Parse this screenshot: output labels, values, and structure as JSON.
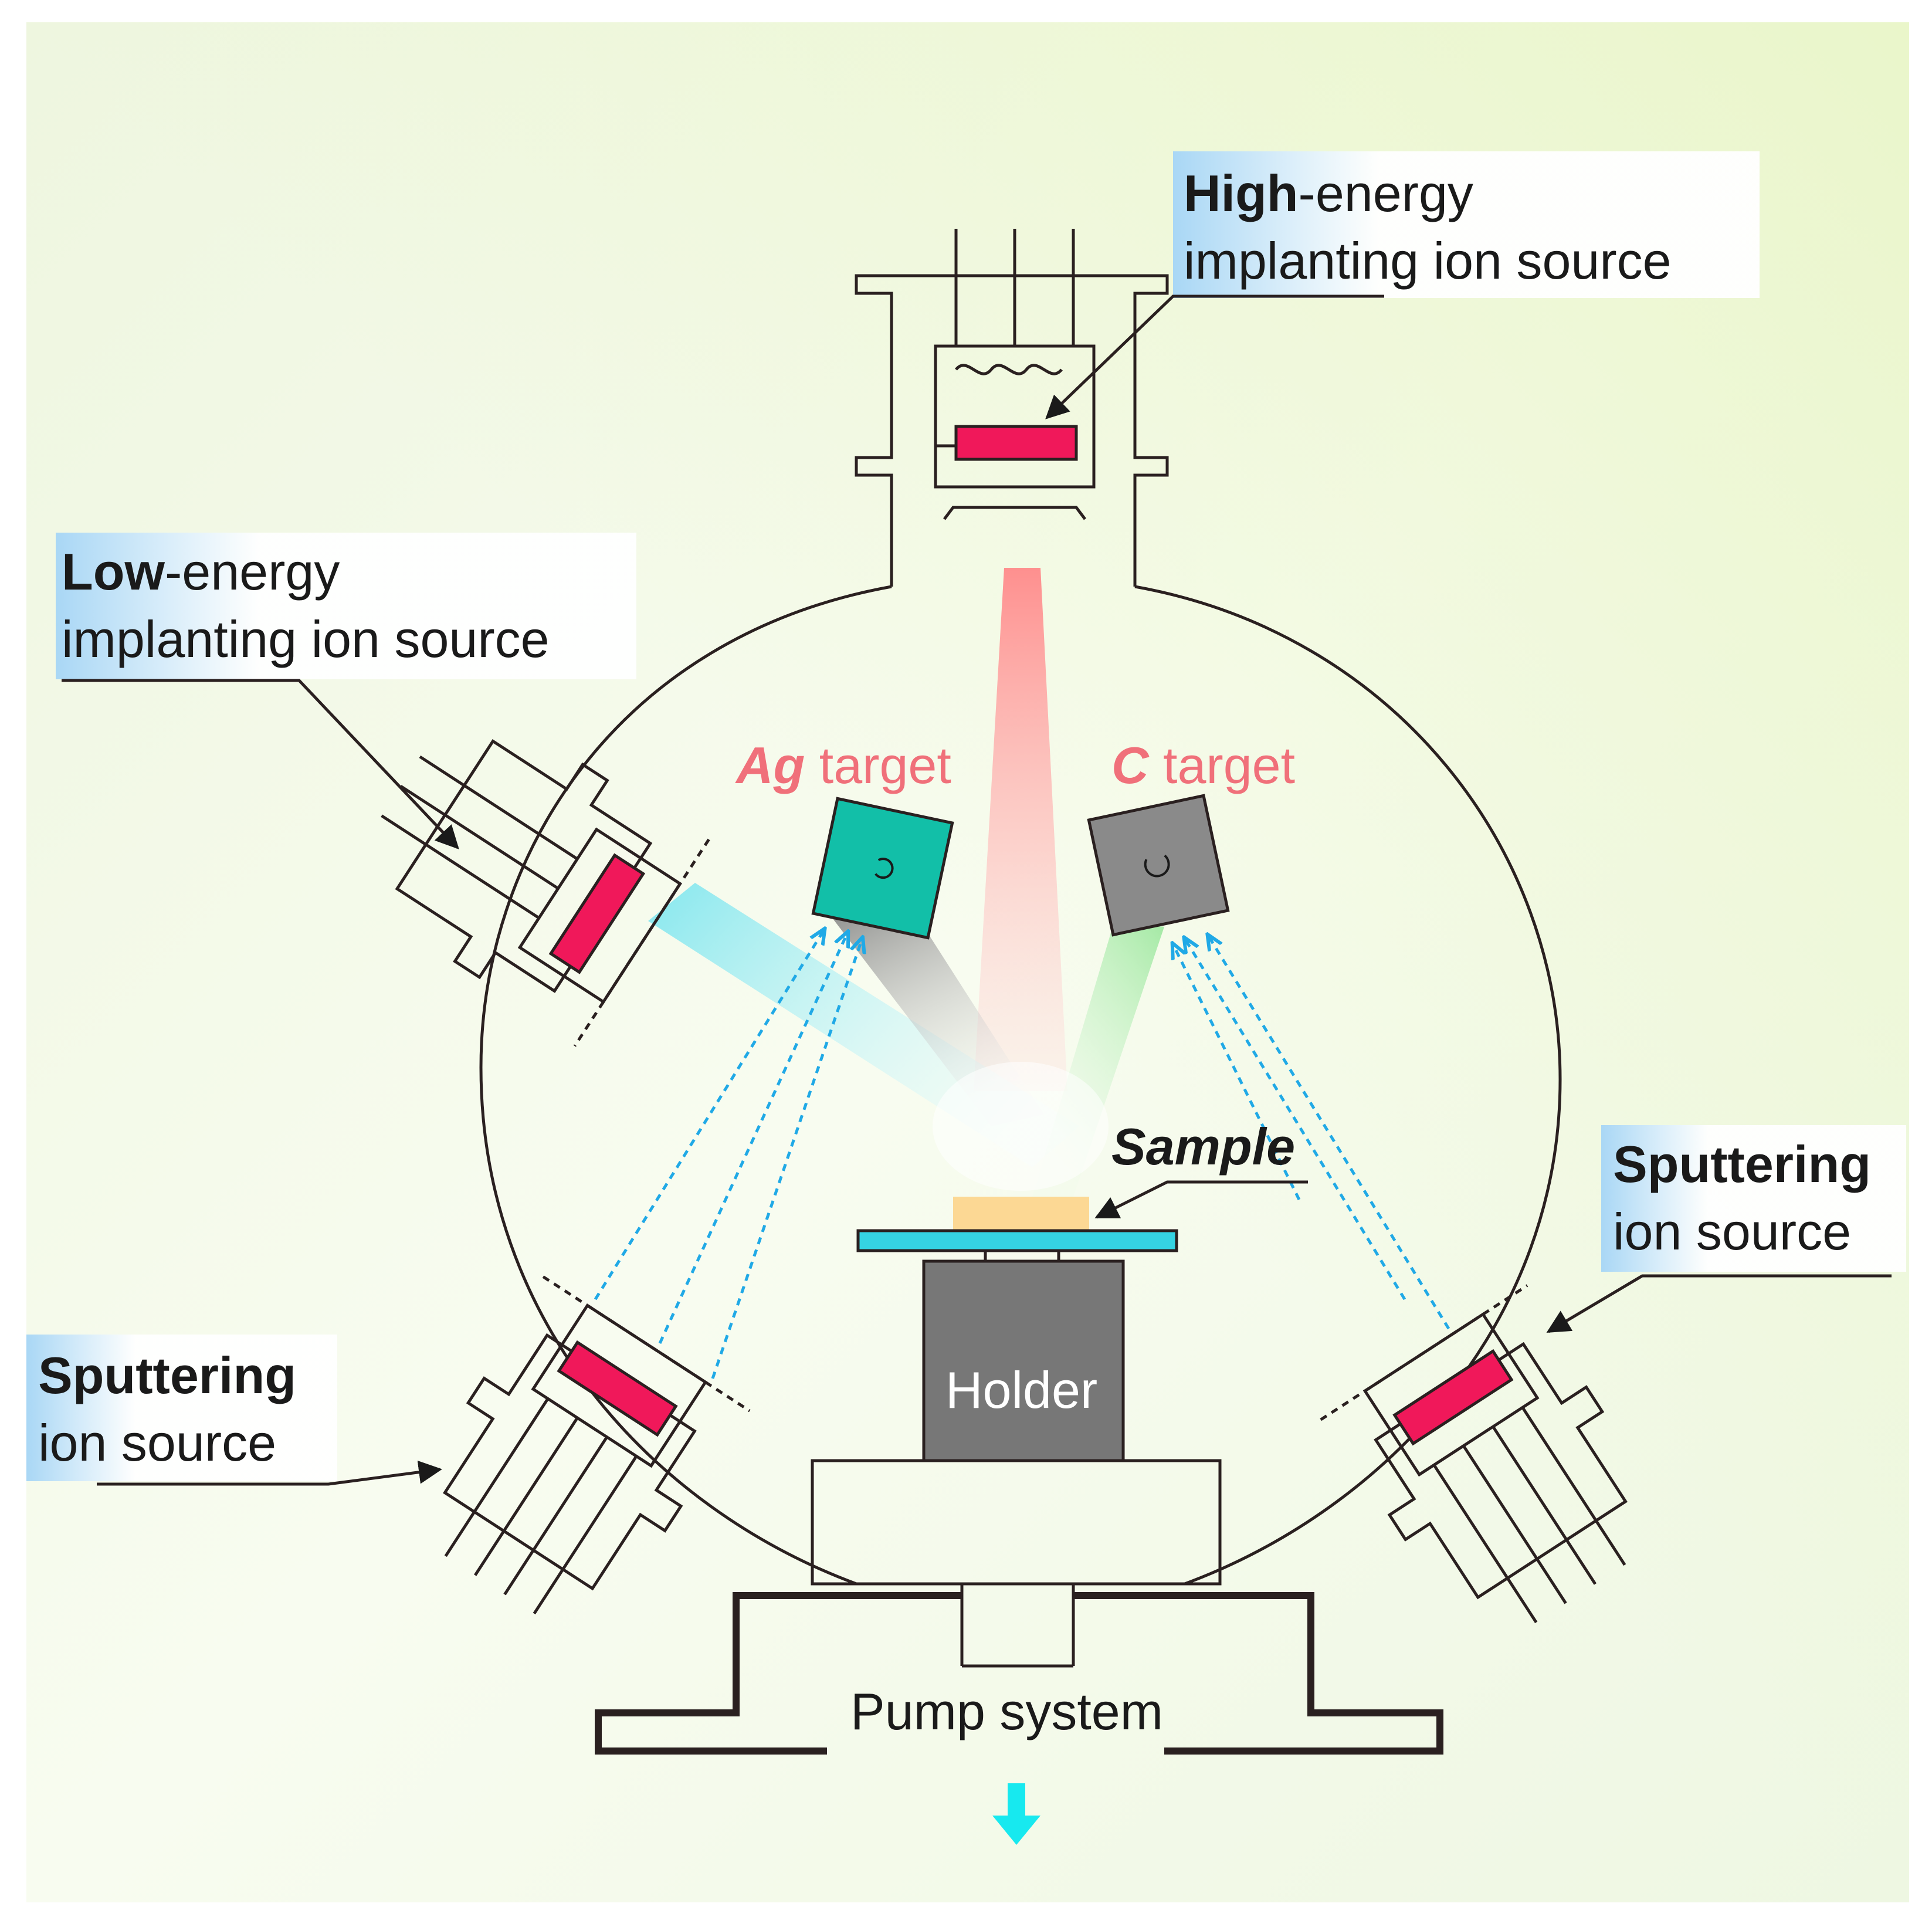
{
  "labels": {
    "high_energy": {
      "bold": "High",
      "rest": "-energy",
      "line2": "implanting ion source"
    },
    "low_energy": {
      "bold": "Low",
      "rest": "-energy",
      "line2": "implanting ion source"
    },
    "sputter_left": {
      "line1": "Sputtering",
      "line2": "ion source"
    },
    "sputter_right": {
      "line1": "Sputtering",
      "line2": "ion source"
    },
    "ag_target": {
      "element": "Ag",
      "word": " target"
    },
    "c_target": {
      "element": "C",
      "word": " target"
    },
    "sample": "Sample",
    "holder": "Holder",
    "pump": "Pump system"
  },
  "colors": {
    "target_ag": "#12bfa8",
    "target_c": "#8a8a8a",
    "cathode": "#f0185a",
    "sample": "#fcd894",
    "plate": "#35d3e3",
    "holder": "#777777",
    "arrow_out": "#17e9ef",
    "beam_dash": "#20a9e6",
    "label_text_target": "#f0707a"
  }
}
